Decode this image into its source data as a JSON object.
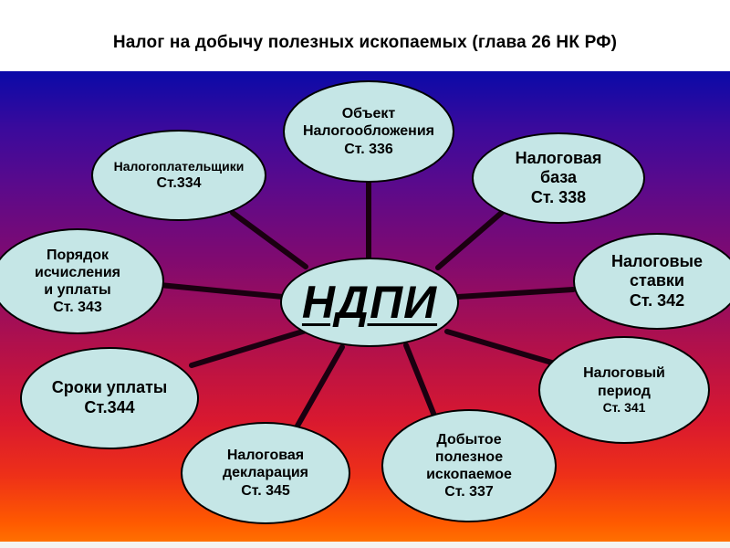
{
  "title": "Налог на добычу полезных ископаемых (глава 26 НК РФ)",
  "center": "НДПИ",
  "nodes": {
    "object": [
      "Объект",
      "Налогообложения",
      "Ст. 336"
    ],
    "base": [
      "Налоговая",
      "база",
      "Ст. 338"
    ],
    "rates": [
      "Налоговые",
      "ставки",
      "Ст. 342"
    ],
    "period": [
      "Налоговый",
      "период",
      "Ст. 341"
    ],
    "extracted": [
      "Добытое",
      "полезное",
      "ископаемое",
      "Ст. 337"
    ],
    "declaration": [
      "Налоговая",
      "декларация",
      "Ст. 345"
    ],
    "deadlines": [
      "Сроки уплаты",
      "Ст.344"
    ],
    "procedure": [
      "Порядок",
      "исчисления",
      "и уплаты",
      "Ст. 343"
    ],
    "payers": [
      "Налогоплательщики",
      "Ст.334"
    ]
  },
  "colors": {
    "node_fill": "#c5e6e6",
    "connector": "#1a0010",
    "gradient_top": "#0a0aa8",
    "gradient_bottom": "#ff7000"
  }
}
